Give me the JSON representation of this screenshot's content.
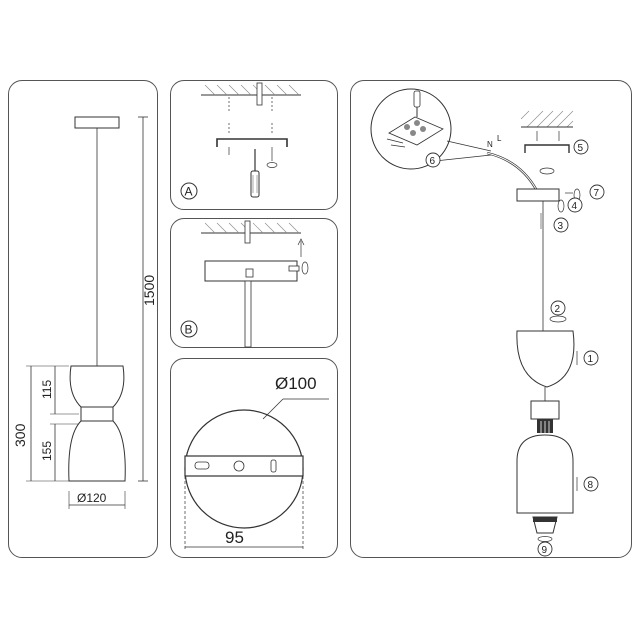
{
  "panel_left": {
    "dim_total_height": "1500",
    "dim_body_height": "300",
    "dim_top_shade": "115",
    "dim_bottom_shade": "155",
    "dim_diameter": "Ø120"
  },
  "panel_a": {
    "label": "A"
  },
  "panel_b": {
    "label": "B"
  },
  "panel_canopy": {
    "dim_diameter": "Ø100",
    "dim_width": "95"
  },
  "panel_assembly": {
    "step_1": "1",
    "step_2": "2",
    "step_3": "3",
    "step_4": "4",
    "step_5": "5",
    "step_6": "6",
    "step_7": "7",
    "step_8": "8",
    "step_9": "9",
    "wire_n": "N",
    "wire_l": "L"
  }
}
